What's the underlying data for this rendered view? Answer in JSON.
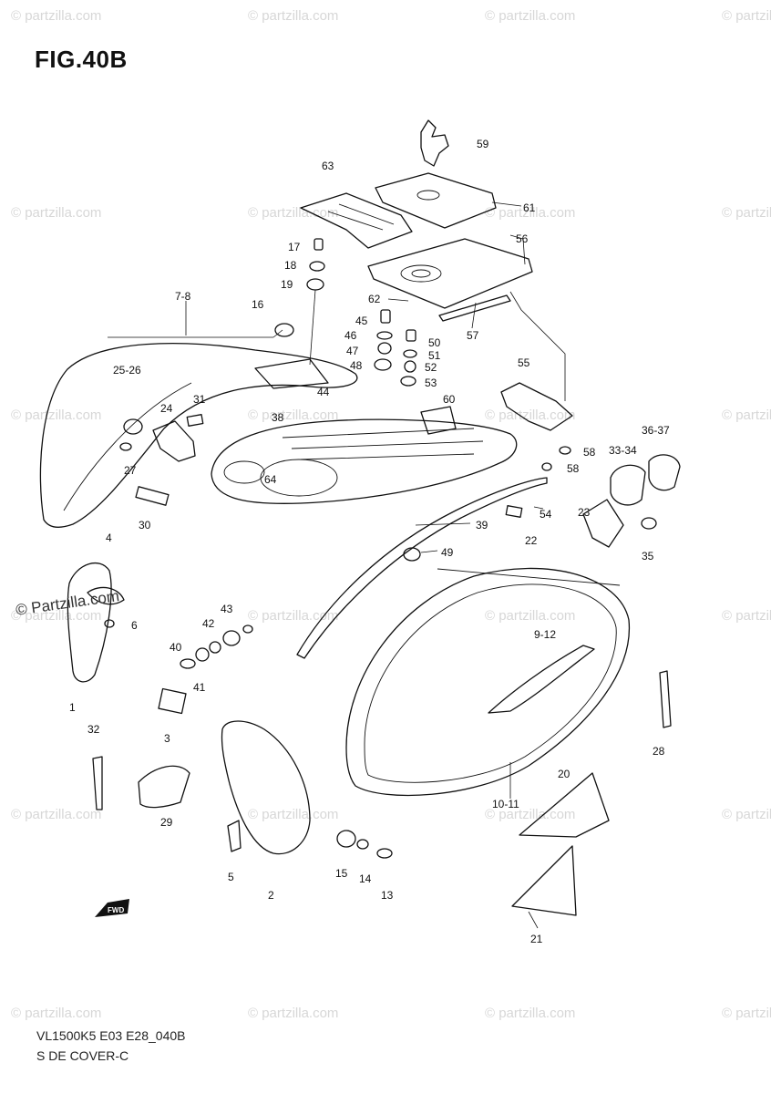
{
  "figure": {
    "title": "FIG.40B",
    "model_code": "VL1500K5 E03 E28_040B",
    "section_name": "S DE COVER-C",
    "fwd_label": "FWD"
  },
  "watermark": {
    "text": "© Partzilla.com",
    "small_text": "© partzilla.com"
  },
  "callouts": [
    "59",
    "63",
    "61",
    "56",
    "17",
    "18",
    "19",
    "62",
    "57",
    "7-8",
    "16",
    "45",
    "46",
    "50",
    "47",
    "51",
    "52",
    "48",
    "53",
    "25-26",
    "44",
    "55",
    "24",
    "31",
    "60",
    "38",
    "36-37",
    "58",
    "33-34",
    "27",
    "58",
    "64",
    "30",
    "23",
    "54",
    "39",
    "22",
    "35",
    "4",
    "49",
    "6",
    "43",
    "42",
    "9-12",
    "40",
    "41",
    "1",
    "3",
    "32",
    "28",
    "20",
    "29",
    "10-11",
    "5",
    "15",
    "14",
    "13",
    "2",
    "21"
  ]
}
